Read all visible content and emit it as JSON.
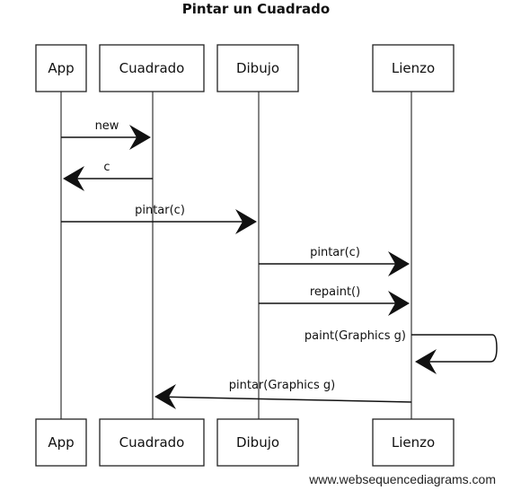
{
  "title": "Pintar un Cuadrado",
  "participants": [
    "App",
    "Cuadrado",
    "Dibujo",
    "Lienzo"
  ],
  "messages": [
    {
      "from": "App",
      "to": "Cuadrado",
      "label": "new"
    },
    {
      "from": "Cuadrado",
      "to": "App",
      "label": "c"
    },
    {
      "from": "App",
      "to": "Dibujo",
      "label": "pintar(c)"
    },
    {
      "from": "Dibujo",
      "to": "Lienzo",
      "label": "pintar(c)"
    },
    {
      "from": "Dibujo",
      "to": "Lienzo",
      "label": "repaint()"
    },
    {
      "from": "Lienzo",
      "to": "Lienzo",
      "label": "paint(Graphics g)"
    },
    {
      "from": "Lienzo",
      "to": "Cuadrado",
      "label": "pintar(Graphics g)"
    }
  ],
  "watermark": "www.websequencediagrams.com"
}
